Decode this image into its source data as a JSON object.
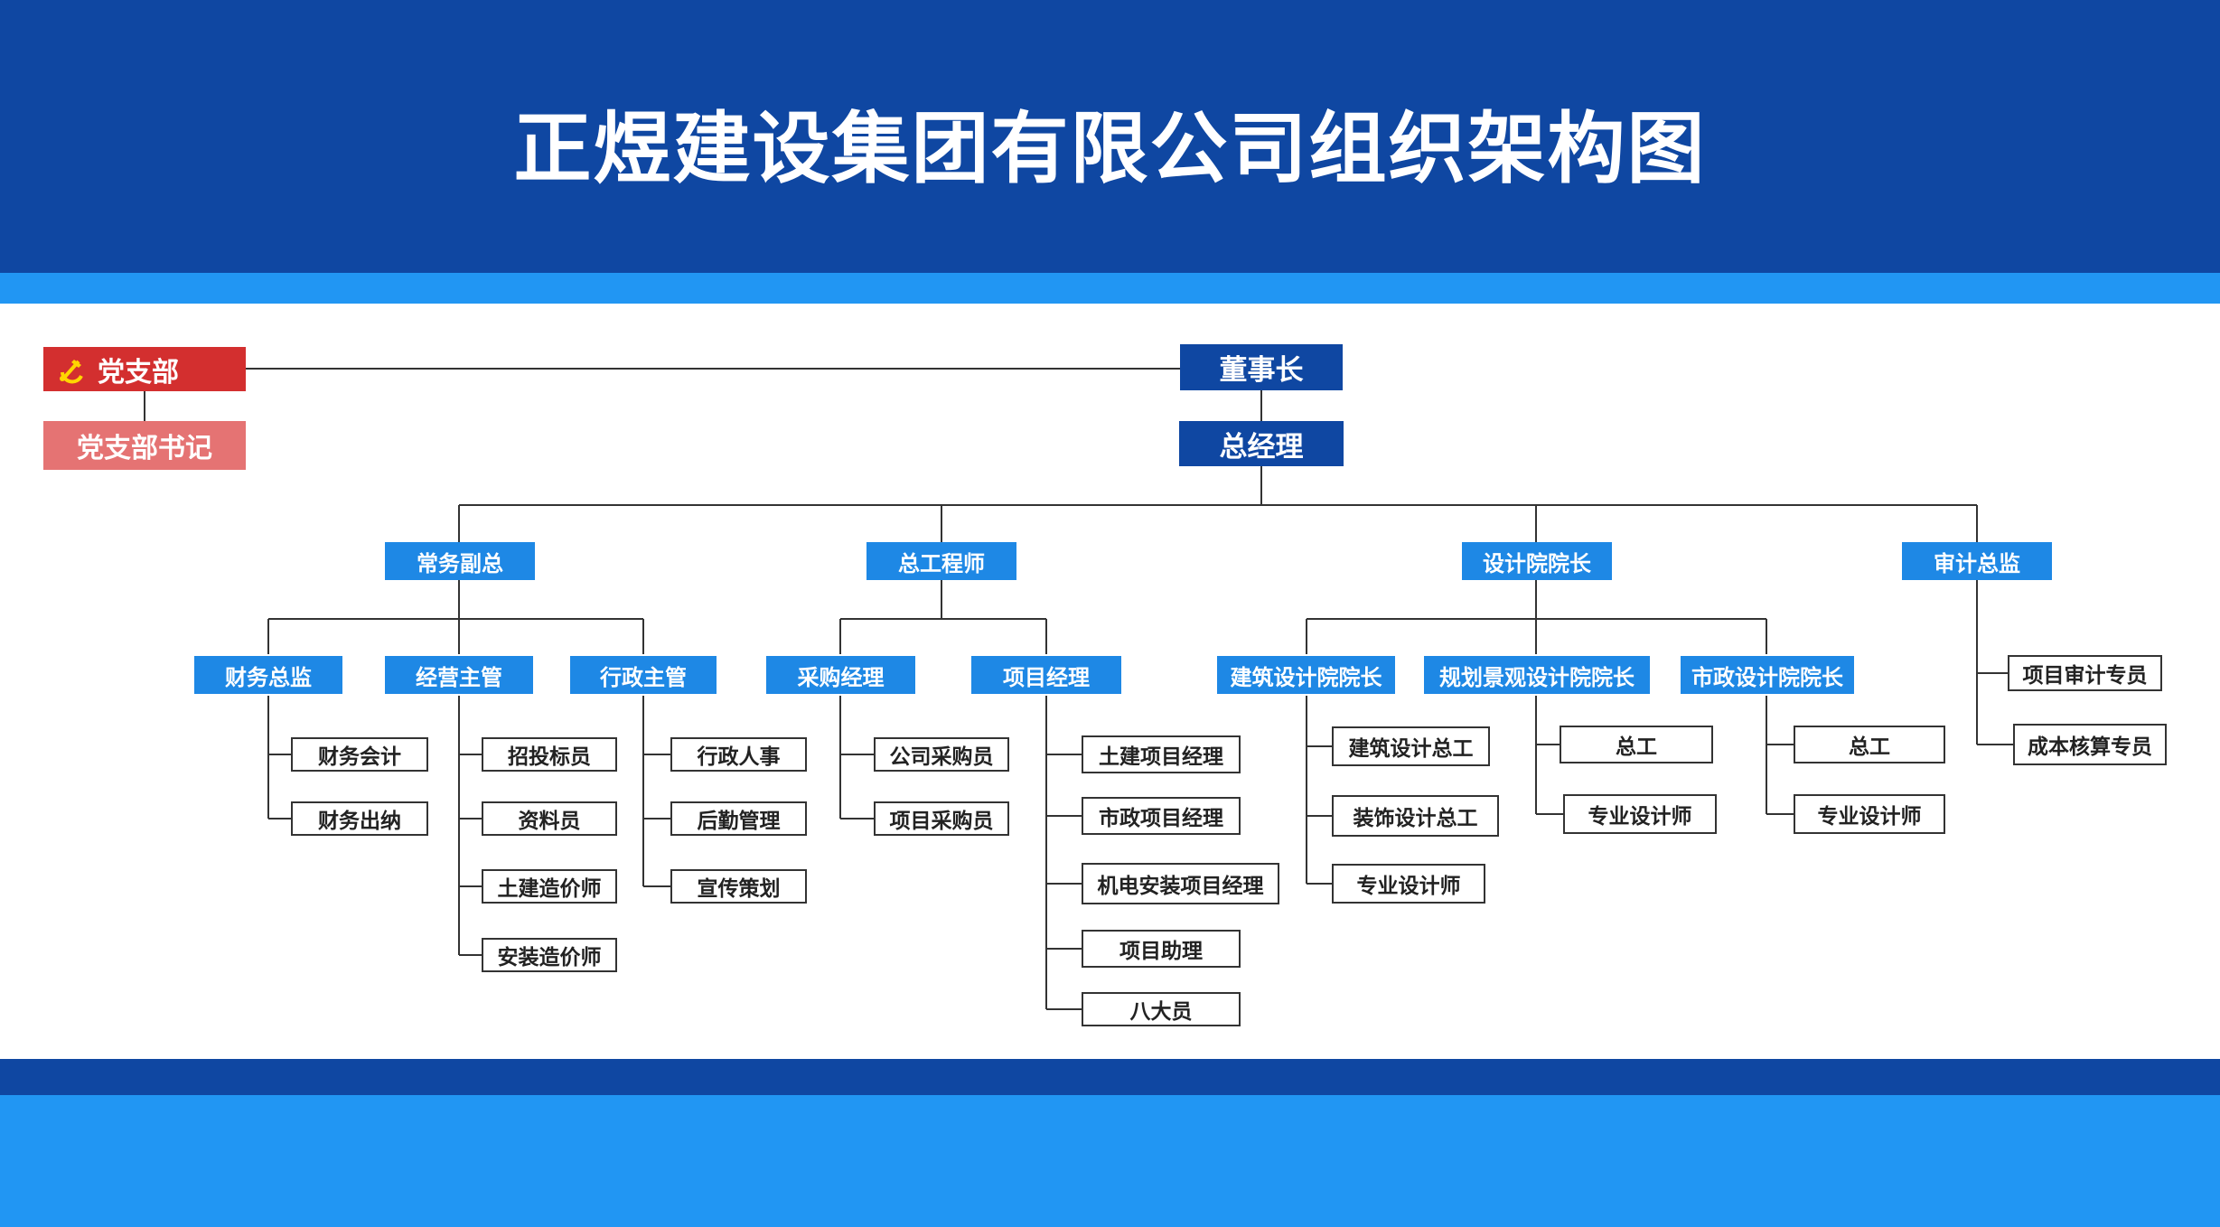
{
  "title": "正煜建设集团有限公司组织架构图",
  "colors": {
    "header_dark": "#0f47a2",
    "header_light": "#2196f3",
    "party_red": "#d32f2f",
    "party_pink": "#e57373",
    "node_mid": "#1e88e5"
  },
  "party": {
    "icon": "party-emblem-icon",
    "branch": "党支部",
    "secretary": "党支部书记"
  },
  "top": {
    "chairman": "董事长",
    "general_manager": "总经理"
  },
  "vp_exec": {
    "label": "常务副总",
    "finance": {
      "label": "财务总监",
      "items": [
        "财务会计",
        "财务出纳"
      ]
    },
    "business": {
      "label": "经营主管",
      "items": [
        "招投标员",
        "资料员",
        "土建造价师",
        "安装造价师"
      ]
    },
    "admin": {
      "label": "行政主管",
      "items": [
        "行政人事",
        "后勤管理",
        "宣传策划"
      ]
    }
  },
  "chief_engineer": {
    "label": "总工程师",
    "purchasing": {
      "label": "采购经理",
      "items": [
        "公司采购员",
        "项目采购员"
      ]
    },
    "project": {
      "label": "项目经理",
      "items": [
        "土建项目经理",
        "市政项目经理",
        "机电安装项目经理",
        "项目助理",
        "八大员"
      ]
    }
  },
  "design_dean": {
    "label": "设计院院长",
    "arch": {
      "label": "建筑设计院院长",
      "items": [
        "建筑设计总工",
        "装饰设计总工",
        "专业设计师"
      ]
    },
    "landscape": {
      "label": "规划景观设计院院长",
      "items": [
        "总工",
        "专业设计师"
      ]
    },
    "municipal": {
      "label": "市政设计院院长",
      "items": [
        "总工",
        "专业设计师"
      ]
    }
  },
  "audit": {
    "label": "审计总监",
    "items": [
      "项目审计专员",
      "成本核算专员"
    ]
  }
}
